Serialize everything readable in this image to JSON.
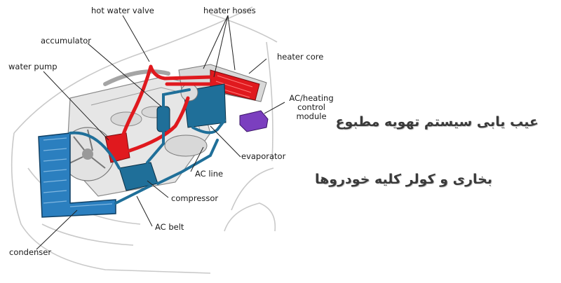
{
  "diagram": {
    "labels": {
      "hot_water_valve": "hot water valve",
      "heater_hoses": "heater hoses",
      "accumulator": "accumulator",
      "heater_core": "heater core",
      "water_pump": "water pump",
      "control_module_line1": "AC/heating",
      "control_module_line2": "control",
      "control_module_line3": "module",
      "evaporator": "evaporator",
      "ac_line": "AC line",
      "compressor": "compressor",
      "ac_belt": "AC belt",
      "condenser": "condenser"
    },
    "colors": {
      "coolant": "#e0191e",
      "refrigerant": "#1f6f99",
      "condenser": "#2b7fbf",
      "module": "#7b3fbf"
    }
  },
  "heading": {
    "line1": "عیب یابی سیستم تهویه مطبوع",
    "line2": "بخاری و کولر کلیه خودروها"
  }
}
